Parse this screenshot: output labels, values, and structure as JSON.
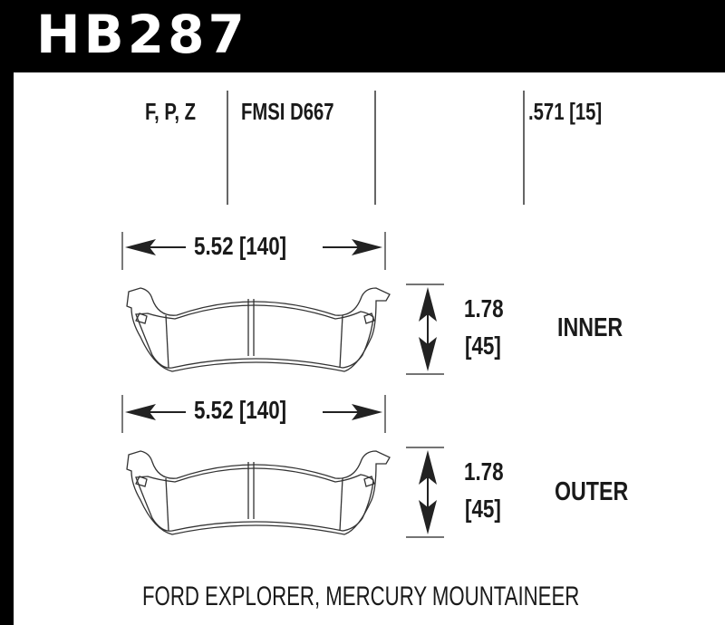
{
  "header": {
    "part_number": "HB287"
  },
  "specs": {
    "compounds": "F, P, Z",
    "fmsi": "FMSI D667",
    "thickness": ".571 [15]"
  },
  "inner_pad": {
    "width_label": "5.52 [140]",
    "height_in": "1.78",
    "height_mm": "[45]",
    "position_label": "INNER"
  },
  "outer_pad": {
    "width_label": "5.52 [140]",
    "height_in": "1.78",
    "height_mm": "[45]",
    "position_label": "OUTER"
  },
  "footer": {
    "vehicles": "FORD EXPLORER, MERCURY MOUNTAINEER"
  },
  "colors": {
    "frame": "#000000",
    "text": "#1a1a1a",
    "line": "#333333"
  }
}
